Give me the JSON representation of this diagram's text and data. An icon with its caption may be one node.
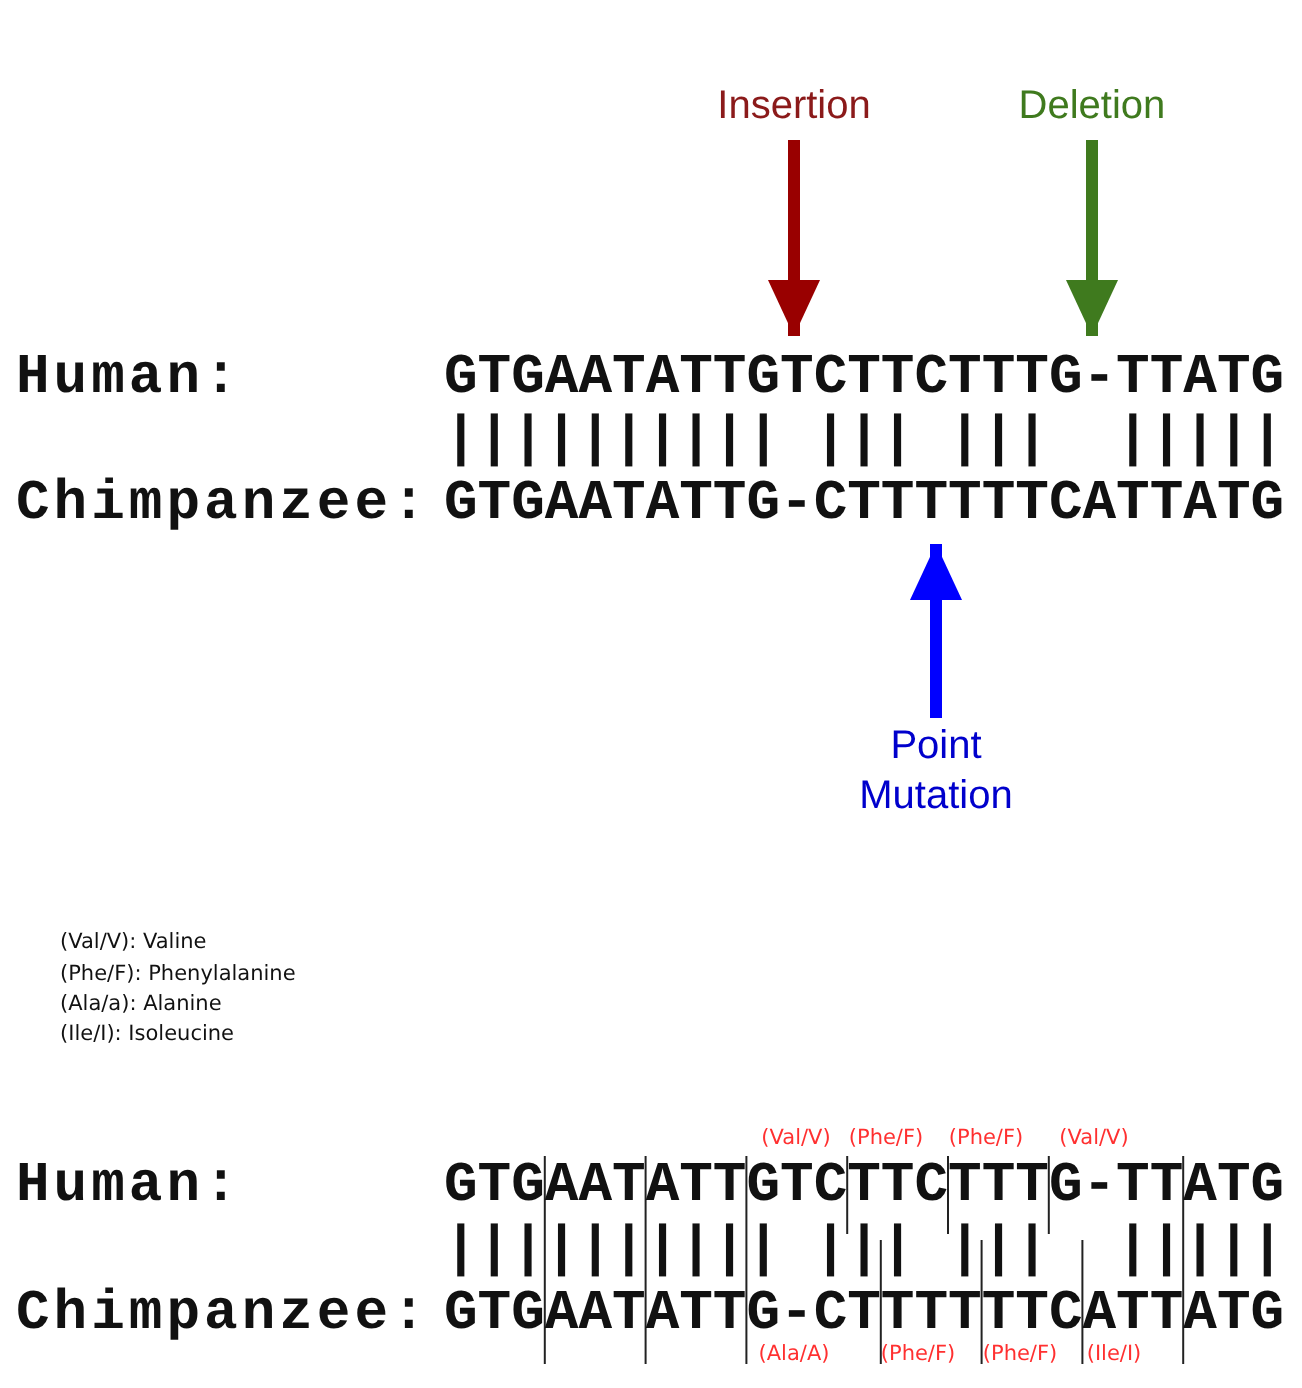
{
  "diagram": {
    "nodes": [
      {
        "text": [
          "Insertion"
        ]
      },
      {
        "text": [
          "Deletion"
        ]
      },
      {
        "text": [
          "GTGAATATTGTCTTCTTTG-TTATG"
        ]
      },
      {
        "text": [
          "GTGAATATTG-CTTTTTTCATTATG"
        ]
      },
      {
        "text": [
          "Point Mutation"
        ]
      }
    ],
    "edges": [
      {
        "from": 0,
        "to": 2,
        "arrow": "to",
        "color": "#990000"
      },
      {
        "from": 1,
        "to": 2,
        "arrow": "to",
        "color": "#3f7a1e"
      },
      {
        "from": 4,
        "to": 3,
        "arrow": "to",
        "color": "#0000ff"
      }
    ],
    "labels": [
      "Human:",
      "|||||||||| ||| |||  |||||",
      "Chimpanzee:",
      "(Val/V): Valine",
      "(Phe/F): Phenylalanine",
      "(Ala/a): Alanine",
      "(Ile/I): Isoleucine",
      "(Val/V)",
      "(Phe/F)",
      "(Phe/F)",
      "(Val/V)",
      "Human:",
      "GTGAATATTGTCTTCTTTG-TTATG",
      "|||||||||| ||| |||  |||||",
      "Chimpanzee:",
      "GTGAATATTG-CTTTTTTCATTATG",
      "(Ala/A)",
      "(Phe/F)",
      "(Phe/F)",
      "(Ile/I)"
    ]
  }
}
